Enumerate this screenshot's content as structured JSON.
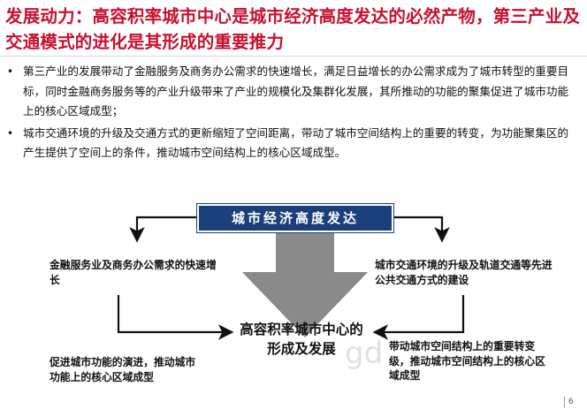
{
  "title": "发展动力：高容积率城市中心是城市经济高度发达的必然产物，第三产业及交通模式的进化是其形成的重要推力",
  "bullets": [
    "第三产业的发展带动了金融服务及商务办公需求的快速增长，满足日益增长的办公需求成为了城市转型的重要目标，同时金融商务服务等的产业升级带来了产业的规模化及集群化发展，其所推动的功能的聚集促进了城市功能上的核心区域成型；",
    "城市交通环境的升级及交通方式的更新缩短了空间距离，带动了城市空间结构上的重要的转变，为功能聚集区的产生提供了空间上的条件，推动城市空间结构上的核心区域成型。"
  ],
  "diagram": {
    "banner": "城市经济高度发达",
    "left_top": "金融服务业及商务办公需求的快速增长",
    "right_top": "城市交通环境的升级及轨道交通等先进公共交通方式的建设",
    "center": "高容积率城市中心的形成及发展",
    "left_bottom": "促进城市功能的演进，推动城市功能上的核心区域成型",
    "right_bottom": "带动城市空间结构上的重要转变级，推动城市空间结构上的核心区域成型"
  },
  "watermark": "gd",
  "page_number": "6",
  "colors": {
    "title": "#c8102e",
    "banner_bg": "#1b3f7a",
    "arrow_big": "#8a8a8a",
    "line": "#111111"
  }
}
